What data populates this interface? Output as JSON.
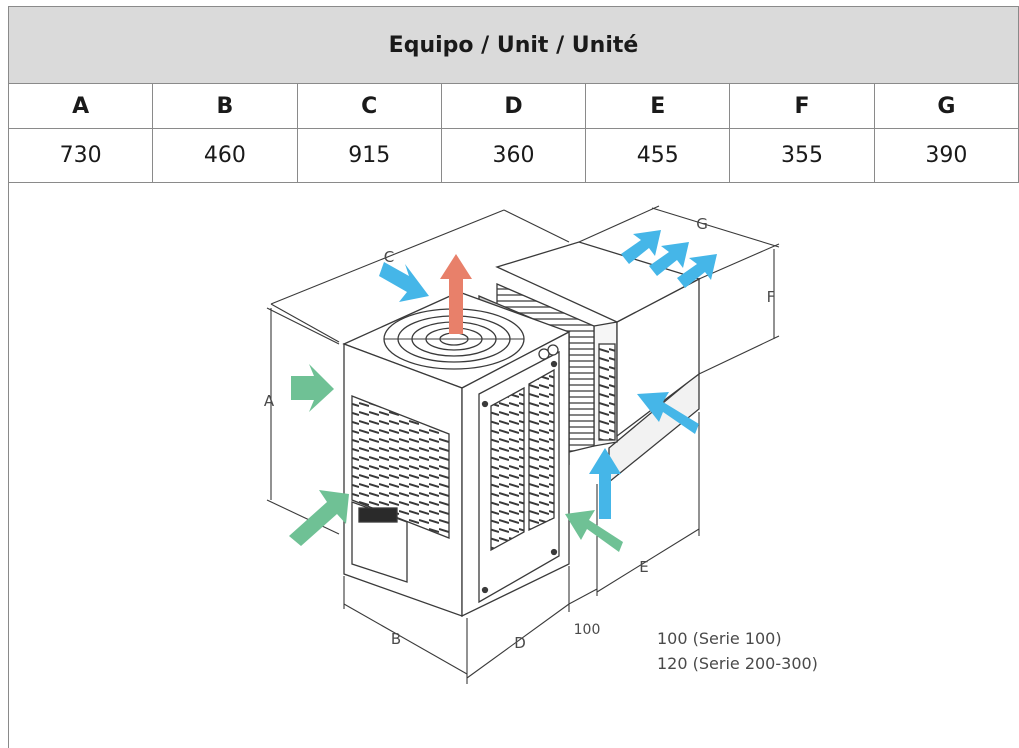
{
  "table": {
    "title": "Equipo / Unit / Unité",
    "headers": [
      "A",
      "B",
      "C",
      "D",
      "E",
      "F",
      "G"
    ],
    "values": [
      "730",
      "460",
      "915",
      "360",
      "455",
      "355",
      "390"
    ]
  },
  "drawing": {
    "dim_labels": {
      "a": "A",
      "b": "B",
      "c": "C",
      "d": "D",
      "e": "E",
      "f": "F",
      "g": "G"
    },
    "gap_label": "100",
    "notes": [
      "100 (Serie 100)",
      "120 (Serie 200-300)"
    ],
    "colors": {
      "exhaust": "#e8806a",
      "cond_intake": "#6fc195",
      "evap_air": "#45b6e8",
      "line": "#3a3a3a"
    }
  }
}
